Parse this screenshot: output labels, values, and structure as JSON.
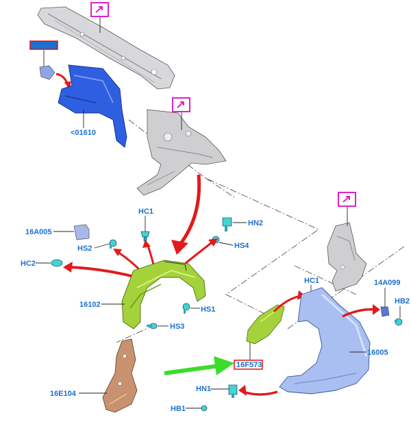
{
  "labels": {
    "blue_panel": "<01610",
    "hidden_top": "",
    "insulator_16A005": "16A005",
    "clip_HC1_upper": "HC1",
    "clip_HN2": "HN2",
    "clip_HS4": "HS4",
    "clip_HS2": "HS2",
    "clip_HC2": "HC2",
    "liner_16102": "16102",
    "clip_HS1": "HS1",
    "clip_HS3": "HS3",
    "bracket_16E104": "16E104",
    "small_liner_16F573": "16F573",
    "clip_HC1_lower": "HC1",
    "fender_16005": "16005",
    "bracket_14A099": "14A099",
    "clip_HB2": "HB2",
    "clip_HN1": "HN1",
    "clip_HB1": "HB1"
  },
  "colors": {
    "label_text": "#1a6fcf",
    "callout_magenta": "#e020c8",
    "red_box": "#e01010",
    "arrow_red": "#e3191b",
    "arrow_green": "#3bdc2a",
    "blue_part": "#2e5fe0",
    "green_part": "#a4d23a",
    "lavender_part": "#a9bff2",
    "copper_part": "#c89270",
    "gray_part": "#cfcfd2",
    "clip_cyan": "#3fd6d0"
  },
  "icons": [
    "edit-arrow-icon"
  ]
}
